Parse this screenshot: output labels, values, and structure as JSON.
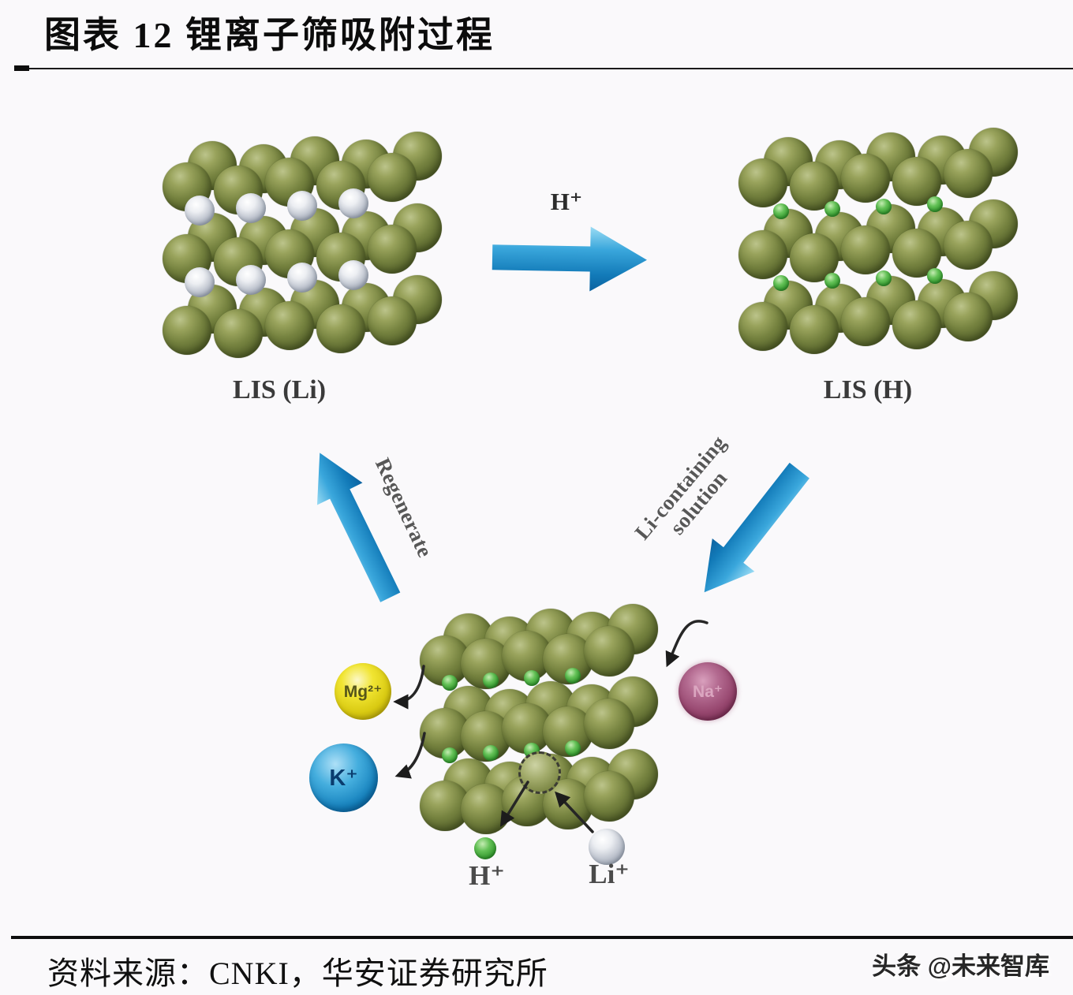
{
  "title": "图表 12 锂离子筛吸附过程",
  "diagram": {
    "lis_li_label": "LIS (Li)",
    "lis_h_label": "LIS (H)",
    "h_arrow_label": "H⁺",
    "regenerate_label": "Regenerate",
    "li_solution_line1": "Li-containing",
    "li_solution_line2": "solution",
    "ions": {
      "mg": "Mg²⁺",
      "k": "K⁺",
      "na": "Na⁺",
      "h": "H⁺",
      "li": "Li⁺"
    },
    "colors": {
      "olive_sphere": "#75823f",
      "silver_sphere": "#c3c8d2",
      "small_green_sphere": "#35982f",
      "mg_yellow": "#e9da1c",
      "k_blue": "#1480bc",
      "na_purple": "#97476f",
      "blue_arrow": "#2196d4",
      "black_arrow": "#1c1c1c"
    }
  },
  "footer": {
    "source": "资料来源：CNKI，华安证券研究所",
    "watermark": "头条 @未来智库"
  }
}
